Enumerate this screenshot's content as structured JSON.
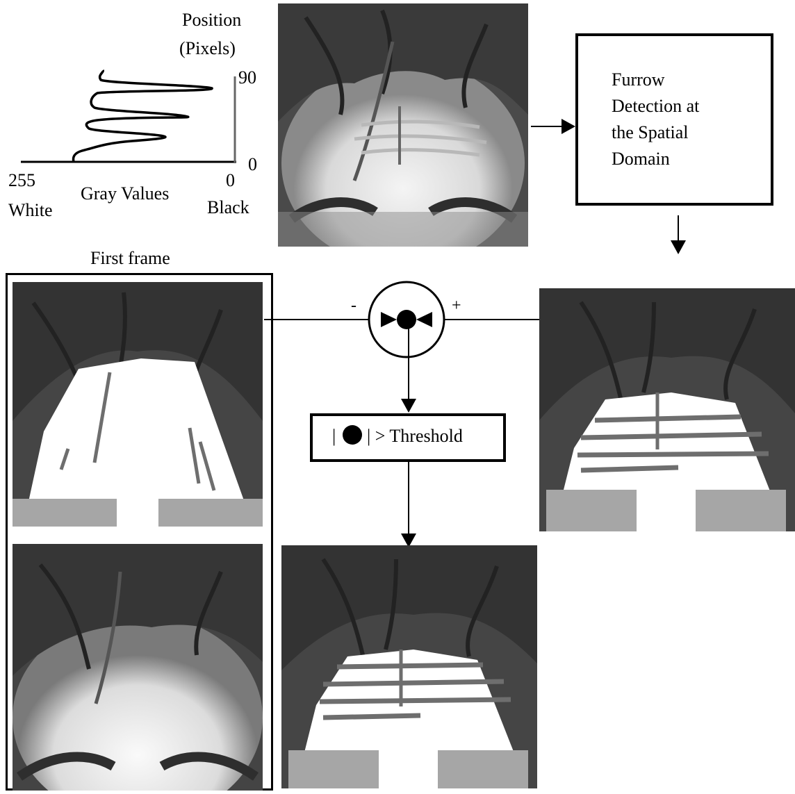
{
  "profile_plot": {
    "y_title_line1": "Position",
    "y_title_line2": "(Pixels)",
    "y_tick_top": "90",
    "y_tick_bottom": "0",
    "x_left_value": "255",
    "x_left_name": "White",
    "x_right_value": "0",
    "x_right_name": "Black",
    "x_title": "Gray Values"
  },
  "process_box": {
    "line1": "Furrow",
    "line2": "Detection at",
    "line3": "the Spatial",
    "line4": "Domain"
  },
  "first_frame_label": "First frame",
  "subtractor": {
    "minus": "-",
    "plus": "+"
  },
  "threshold_box": {
    "pre": "|",
    "post": "| > Threshold"
  },
  "colors": {
    "skin": "#f2f2f2",
    "hair": "#3a3a3a",
    "furrow": "#6e6e6e"
  }
}
